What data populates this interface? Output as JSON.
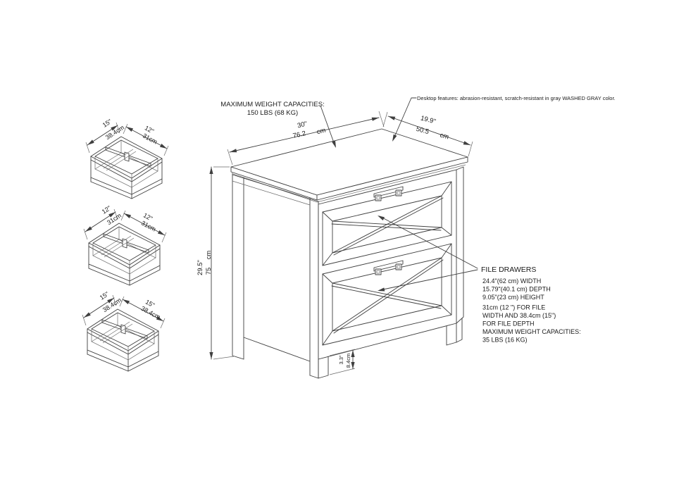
{
  "colors": {
    "background": "#ffffff",
    "line": "#3f3f3f",
    "text": "#1a1a1a"
  },
  "annotations": {
    "max_weight": {
      "line1": "MAXIMUM WEIGHT CAPACITIES:",
      "line2": "150 LBS (68 KG)"
    },
    "desktop_features": "Desktop features: abrasion-resistant, scratch-resistant in gray WASHED GRAY color.",
    "file_drawers": {
      "title": "FILE DRAWERS",
      "size_lines": [
        "24.4\"(62 cm) WIDTH",
        "15.79\"(40.1 cm) DEPTH",
        "9.05\"(23 cm) HEIGHT"
      ],
      "file_lines": [
        "31cm (12 \") FOR FILE",
        "WIDTH AND 38.4cm (15\")",
        "FOR FILE DEPTH",
        "MAXIMUM WEIGHT CAPACITIES:",
        "35 LBS (16 KG)"
      ]
    }
  },
  "dimensions": {
    "width": {
      "inches": "30\"",
      "value": "76.2",
      "unit": "cm"
    },
    "depth": {
      "inches": "19.9\"",
      "value": "50.5",
      "unit": "cm"
    },
    "height": {
      "inches": "29.5\"",
      "value": "75",
      "unit": "cm"
    },
    "leg": {
      "inches": "3.3\"",
      "cm": "8.4cm"
    }
  },
  "insets": [
    {
      "left_in": "15\"",
      "left_cm": "38.4cm",
      "right_in": "12\"",
      "right_cm": "31cm"
    },
    {
      "left_in": "12\"",
      "left_cm": "31cm",
      "right_in": "12\"",
      "right_cm": "31cm"
    },
    {
      "left_in": "15\"",
      "left_cm": "38.4cm",
      "right_in": "15\"",
      "right_cm": "38.4cm"
    }
  ]
}
